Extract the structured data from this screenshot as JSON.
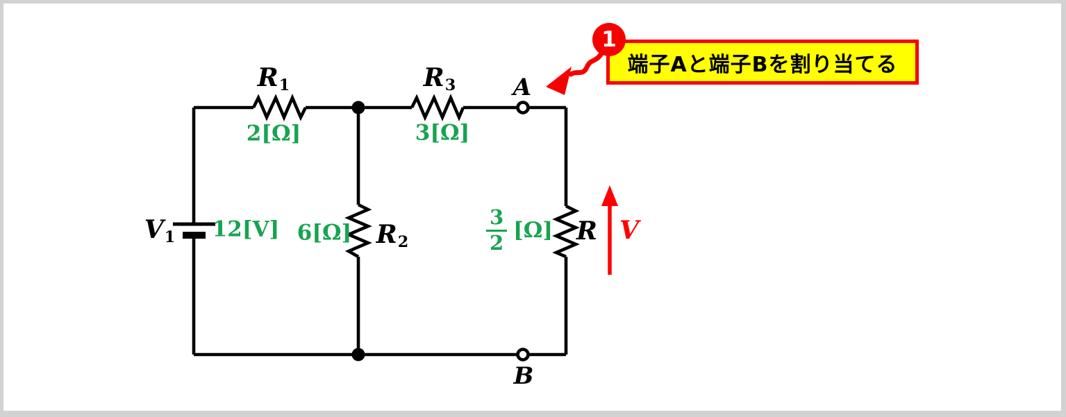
{
  "figure": {
    "type": "circuit-diagram"
  },
  "callout": {
    "step_number": "1",
    "text": "端子Aと端子Bを割り当てる"
  },
  "circuit": {
    "source_v1": {
      "label_base": "V",
      "label_sub": "1",
      "value": "12[V]"
    },
    "resistor_r1": {
      "label_base": "R",
      "label_sub": "1",
      "value": "2[Ω]"
    },
    "resistor_r2": {
      "label_base": "R",
      "label_sub": "2",
      "value": "6[Ω]"
    },
    "resistor_r3": {
      "label_base": "R",
      "label_sub": "3",
      "value": "3[Ω]"
    },
    "resistor_r": {
      "label": "R",
      "value_numerator": "3",
      "value_denominator": "2",
      "value_unit": "[Ω]"
    },
    "terminal_a": "A",
    "terminal_b": "B",
    "voltage_arrow_label": "V"
  },
  "colors": {
    "value_green": "#18A351",
    "callout_red": "#F70000",
    "callout_yellow": "#FFFF00",
    "arrow_red": "#FF0000",
    "wire_black": "#000000",
    "frame_gray": "#D2D2D2"
  }
}
